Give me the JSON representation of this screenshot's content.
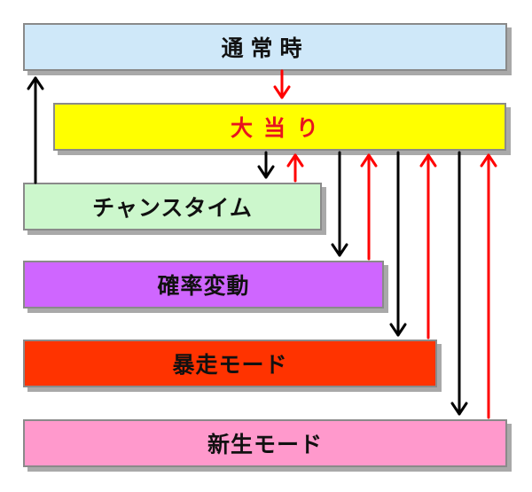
{
  "states": {
    "normal": "通常時",
    "jackpot": "大当り",
    "chance_time": "チャンスタイム",
    "kakuhen": "確率変動",
    "bousou_mode": "暴走モード",
    "shinsei_mode": "新生モード"
  },
  "colors": {
    "normal_fill": "#cfe8f9",
    "jackpot_fill": "#ffff00",
    "jackpot_text": "#e8141e",
    "chance_fill": "#ccf7cc",
    "kakuhen_fill": "#cf66ff",
    "bousou_fill": "#ff3300",
    "shinsei_fill": "#ff99cc",
    "arrow_black": "#000000",
    "arrow_red": "#ff0000"
  },
  "transitions": [
    {
      "from": "chance_time",
      "to": "normal",
      "color": "black"
    },
    {
      "from": "normal",
      "to": "jackpot",
      "color": "red"
    },
    {
      "from": "jackpot",
      "to": "chance_time",
      "color": "black"
    },
    {
      "from": "chance_time",
      "to": "jackpot",
      "color": "red"
    },
    {
      "from": "jackpot",
      "to": "kakuhen",
      "color": "black"
    },
    {
      "from": "kakuhen",
      "to": "jackpot",
      "color": "red"
    },
    {
      "from": "jackpot",
      "to": "bousou_mode",
      "color": "black"
    },
    {
      "from": "bousou_mode",
      "to": "jackpot",
      "color": "red"
    },
    {
      "from": "jackpot",
      "to": "shinsei_mode",
      "color": "black"
    },
    {
      "from": "shinsei_mode",
      "to": "jackpot",
      "color": "red"
    }
  ]
}
